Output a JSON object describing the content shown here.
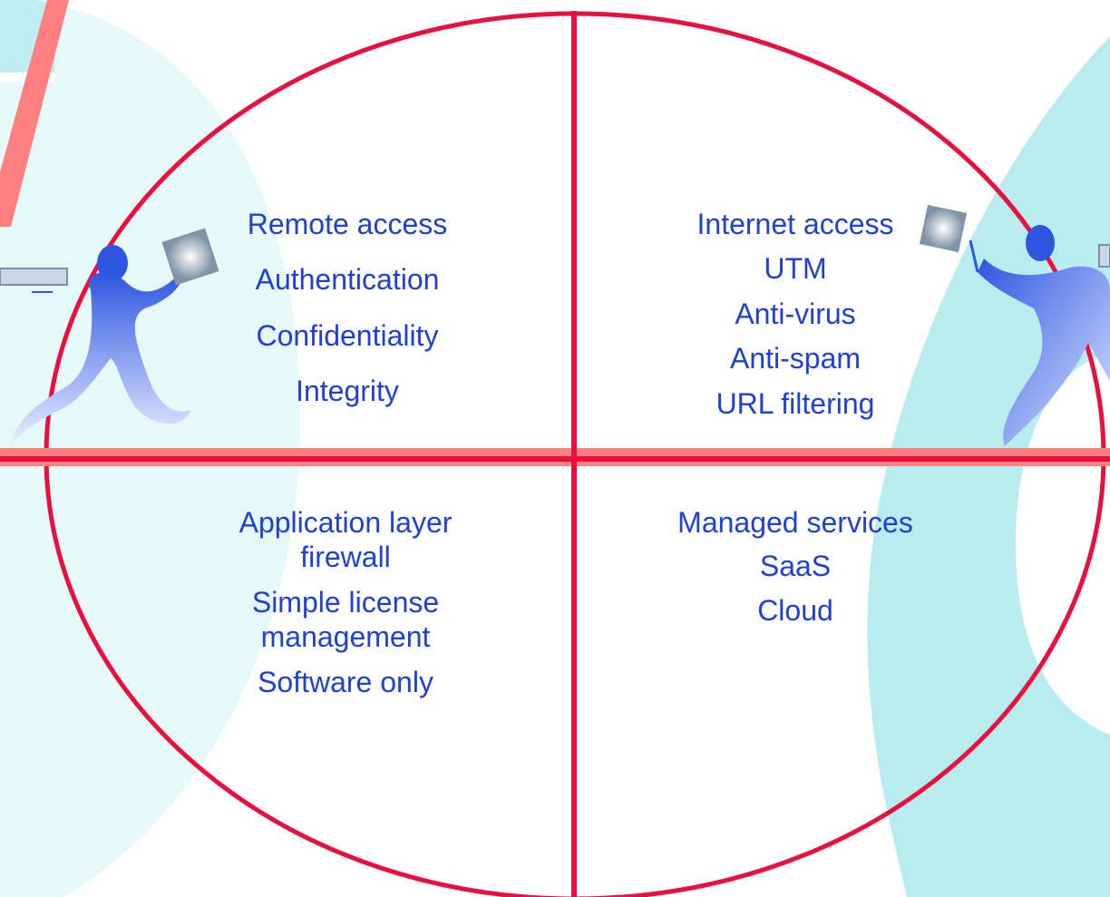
{
  "quadrants": {
    "top_left": [
      "Remote access",
      "Authentication",
      "Confidentiality",
      "Integrity"
    ],
    "top_right": [
      "Internet access",
      "UTM",
      "Anti-virus",
      "Anti-spam",
      "URL filtering"
    ],
    "bottom_left": [
      "Application layer\nfirewall",
      "Simple license\nmanagement",
      "Software only"
    ],
    "bottom_right": [
      "Managed services",
      "SaaS",
      "Cloud"
    ]
  },
  "colors": {
    "text": "#1f3fd6",
    "divider": "#e8103e",
    "divider_shadow": "#ff8080",
    "backdrop_light": "#e6f8f8",
    "backdrop_teal": "#b9ecee",
    "figure_blue": "#2e56e0"
  },
  "icons": [
    "person-left-icon",
    "person-right-icon",
    "network-node-icon",
    "laptop-icon"
  ]
}
